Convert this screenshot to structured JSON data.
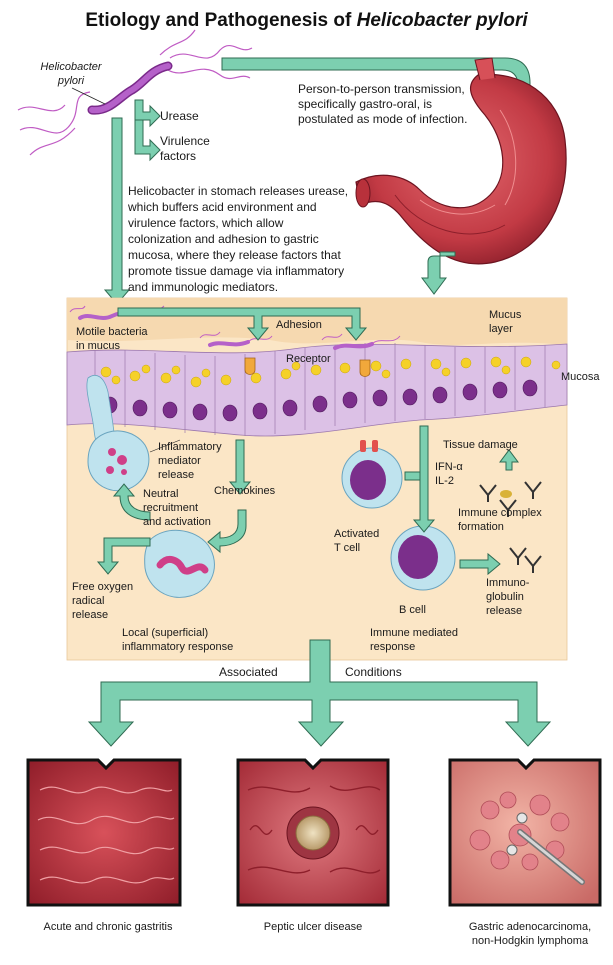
{
  "title_main": "Etiology and Pathogenesis of",
  "title_organism": "Helicobacter pylori",
  "labels": {
    "helicobacter_line1": "Helicobacter",
    "helicobacter_line2": "pylori",
    "urease": "Urease",
    "virulence_line1": "Virulence",
    "virulence_line2": "factors",
    "transmission_line1": "Person-to-person transmission,",
    "transmission_line2": "specifically gastro-oral, is",
    "transmission_line3": "postulated as mode of infection.",
    "mechanism_line1": "Helicobacter in stomach releases urease,",
    "mechanism_line2": "which buffers acid environment and",
    "mechanism_line3": "virulence factors, which allow",
    "mechanism_line4": "colonization and adhesion to gastric",
    "mechanism_line5": "mucosa, where they release factors that",
    "mechanism_line6": "promote tissue damage via inflammatory",
    "mechanism_line7": "and immunologic mediators.",
    "motile_line1": "Motile bacteria",
    "motile_line2": "in mucus",
    "adhesion": "Adhesion",
    "receptor": "Receptor",
    "mucus_line1": "Mucus",
    "mucus_line2": "layer",
    "mucosa": "Mucosa",
    "inflam_line1": "Inflammatory",
    "inflam_line2": "mediator",
    "inflam_line3": "release",
    "chemokines": "Chemokines",
    "neutral_line1": "Neutral",
    "neutral_line2": "recruitment",
    "neutral_line3": "and activation",
    "free_line1": "Free oxygen",
    "free_line2": "radical",
    "free_line3": "release",
    "local_line1": "Local (superficial)",
    "local_line2": "inflammatory response",
    "tissue_damage": "Tissue damage",
    "ifn": "IFN-α",
    "il2": "IL-2",
    "immune_complex_line1": "Immune complex",
    "immune_complex_line2": "formation",
    "activated_line1": "Activated",
    "activated_line2": "T cell",
    "bcell": "B cell",
    "immuno_line1": "Immuno-",
    "immuno_line2": "globulin",
    "immuno_line3": "release",
    "immune_mediated_line1": "Immune mediated",
    "immune_mediated_line2": "response",
    "associated": "Associated",
    "conditions": "Conditions",
    "gastritis": "Acute and chronic gastritis",
    "ulcer": "Peptic ulcer disease",
    "cancer_line1": "Gastric adenocarcinoma,",
    "cancer_line2": "non-Hodgkin lymphoma"
  },
  "colors": {
    "arrow_fill": "#7ccfb0",
    "arrow_stroke": "#2f6b52",
    "panel_bg": "#fbe6c6",
    "mucus": "#ddc3e6",
    "stomach": "#c9414a",
    "tissue": "#c23a45"
  }
}
